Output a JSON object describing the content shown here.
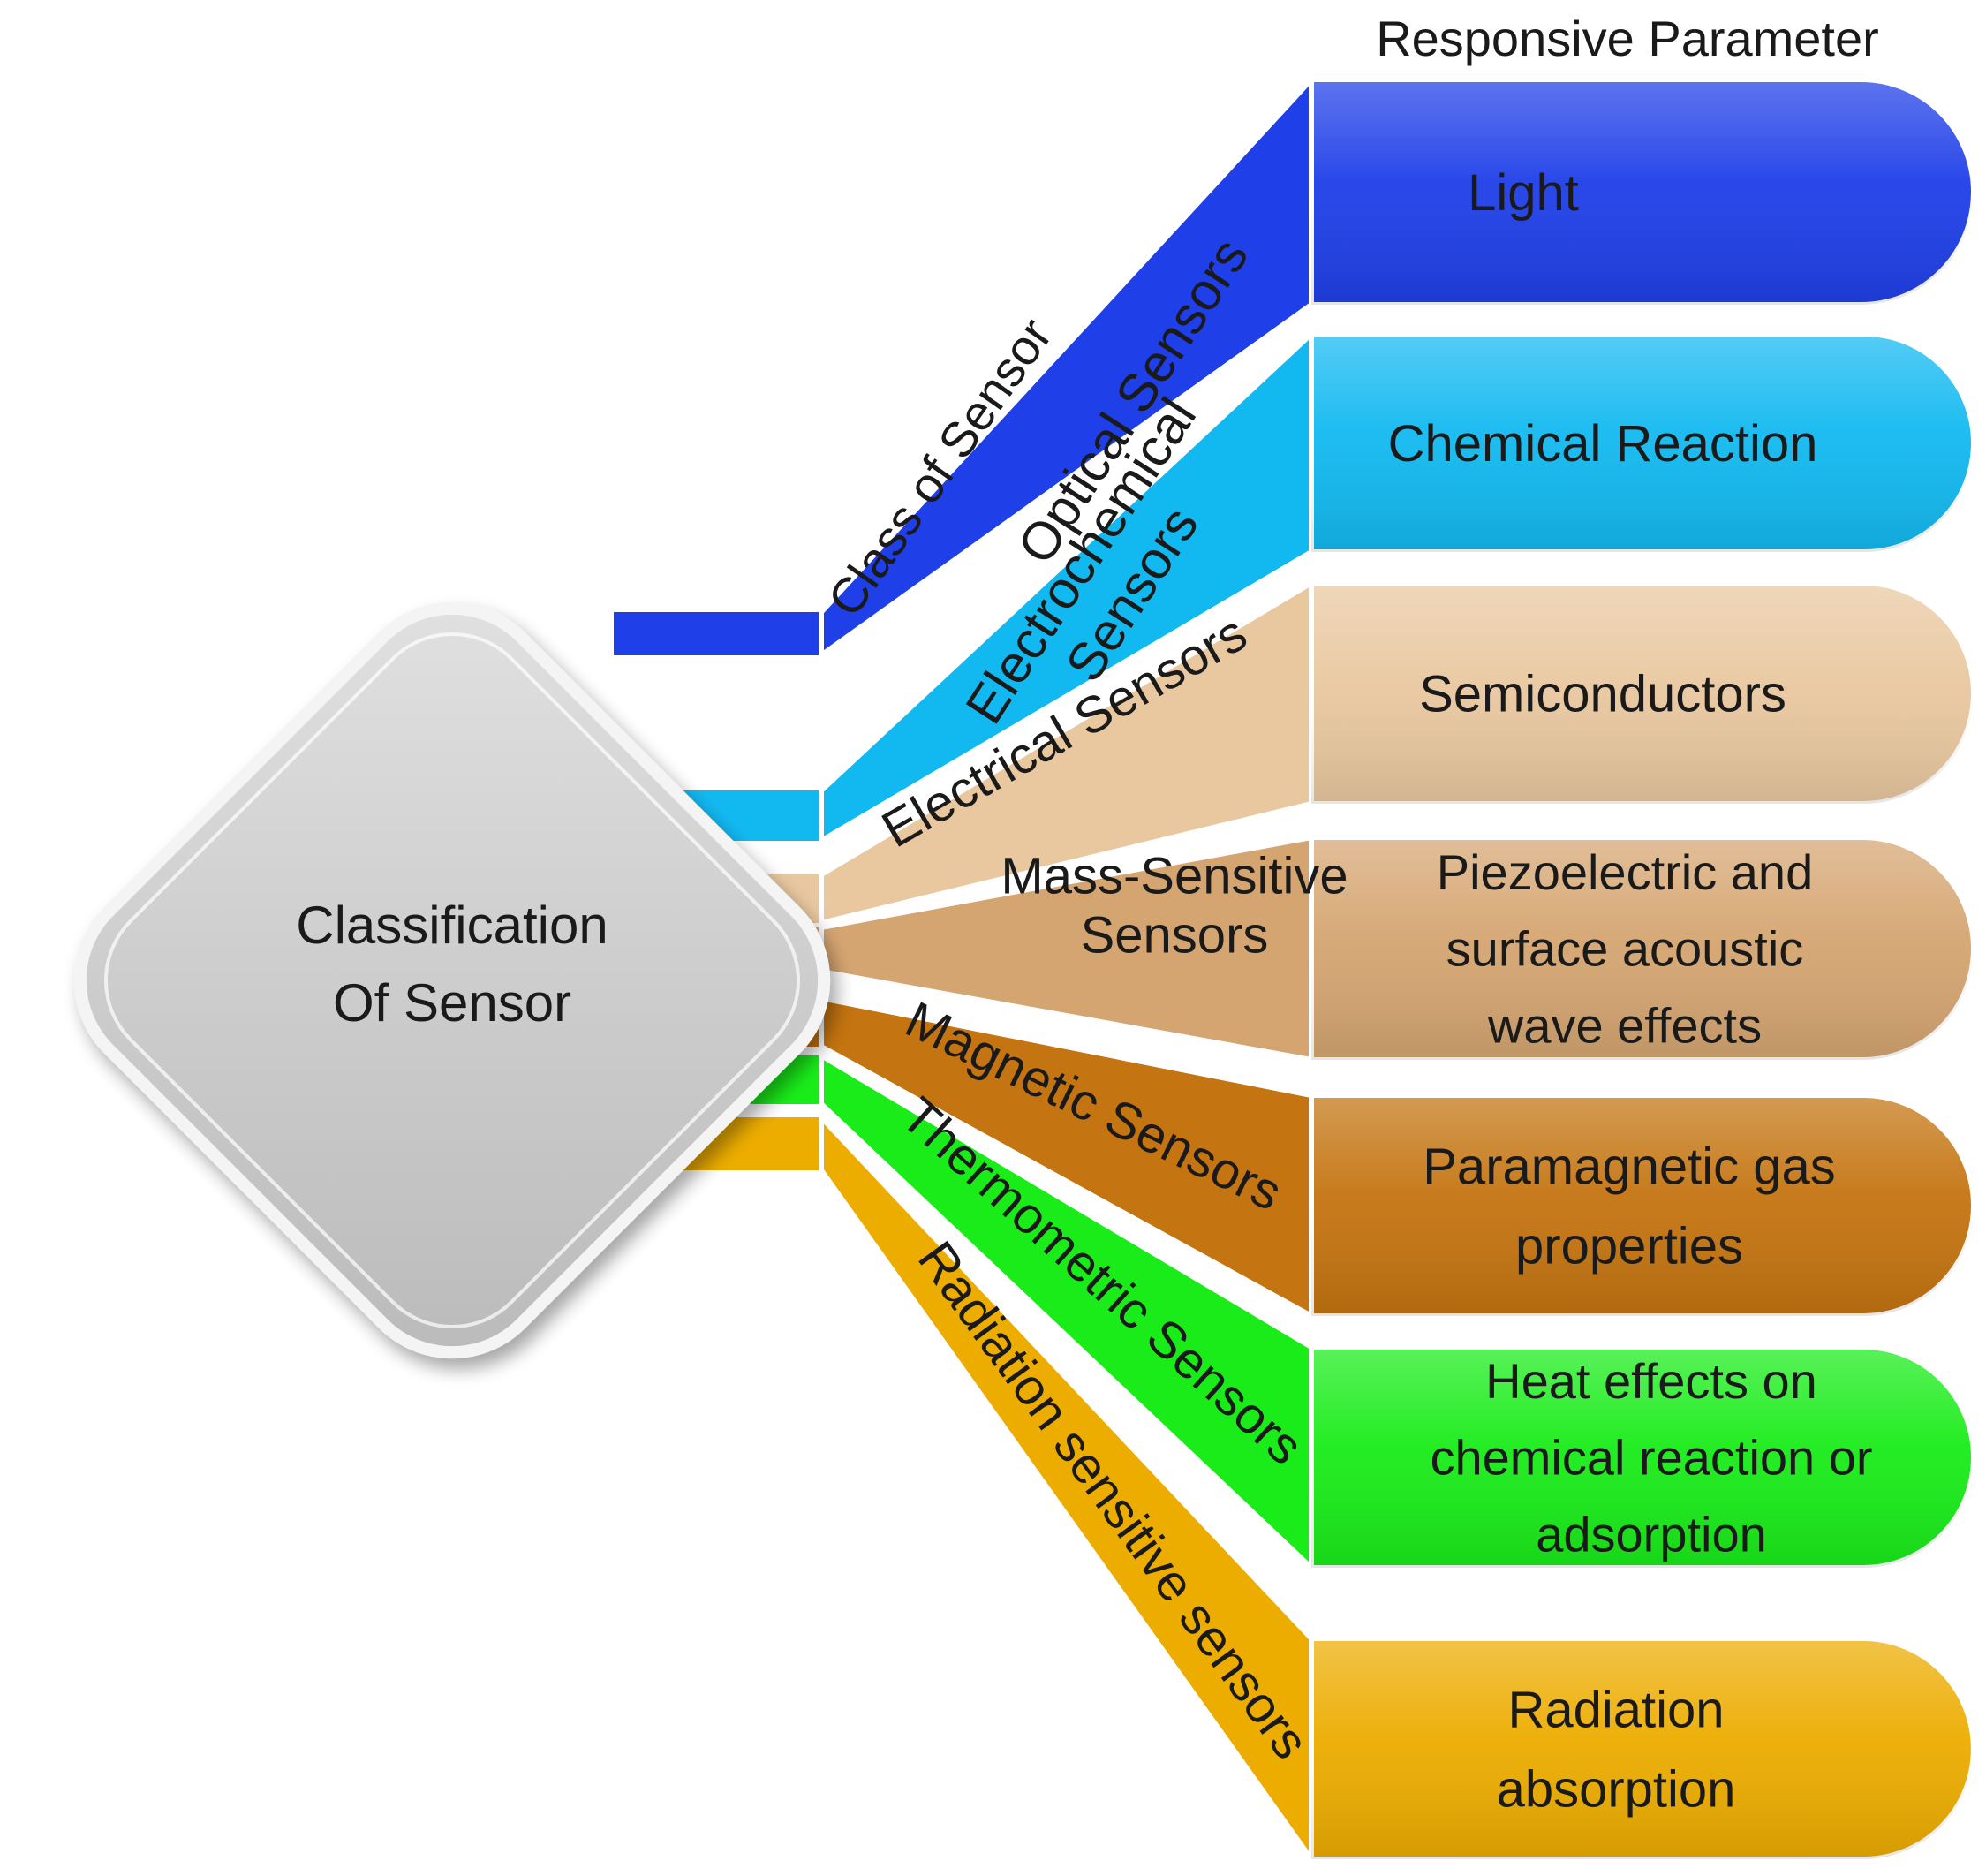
{
  "header": {
    "responsive_parameter": "Responsive Parameter",
    "class_of_sensor": "Class of Sensor"
  },
  "center": {
    "line1": "Classification",
    "line2": "Of Sensor"
  },
  "branches": [
    {
      "id": "optical",
      "color": "#1f3fe8",
      "class_lines": [
        "Optical Sensors"
      ],
      "param_lines": [
        "Light"
      ]
    },
    {
      "id": "electrochemical",
      "color": "#12b9f0",
      "class_lines": [
        "Electrochemical",
        "Sensors"
      ],
      "param_lines": [
        "Chemical Reaction"
      ]
    },
    {
      "id": "electrical",
      "color": "#e9c8a0",
      "class_lines": [
        "Electrical Sensors"
      ],
      "param_lines": [
        "Semiconductors"
      ]
    },
    {
      "id": "mass-sensitive",
      "color": "#d5a571",
      "class_lines": [
        "Mass-Sensitive",
        "Sensors"
      ],
      "param_lines": [
        "Piezoelectric and",
        "surface acoustic",
        "wave effects"
      ]
    },
    {
      "id": "magnetic",
      "color": "#c47410",
      "class_lines": [
        "Magnetic Sensors"
      ],
      "param_lines": [
        "Paramagnetic gas",
        "properties"
      ]
    },
    {
      "id": "thermometric",
      "color": "#19ec19",
      "class_lines": [
        "Thermometric Sensors"
      ],
      "param_lines": [
        "Heat effects on",
        "chemical reaction or",
        "adsorption"
      ]
    },
    {
      "id": "radiation",
      "color": "#ecac00",
      "class_lines": [
        "Radiation sensitive sensors"
      ],
      "param_lines": [
        "Radiation",
        "absorption"
      ]
    }
  ]
}
